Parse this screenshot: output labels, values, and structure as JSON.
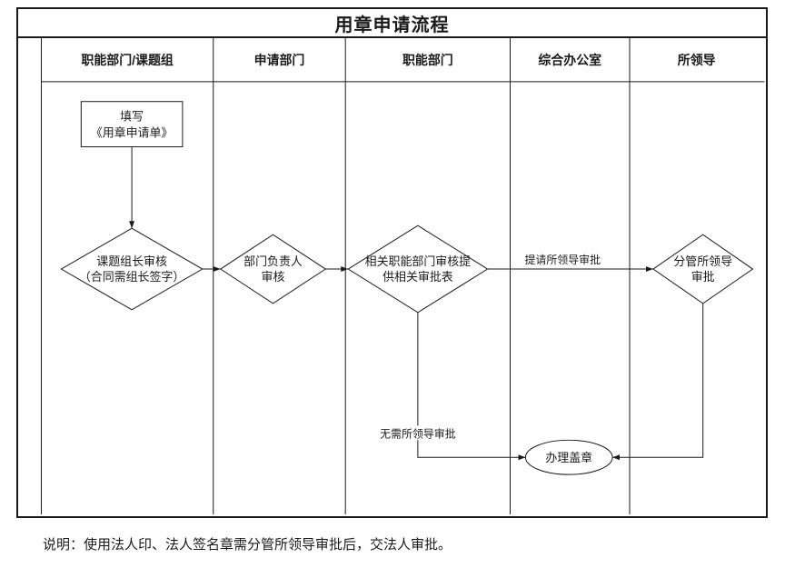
{
  "title": "用章申请流程",
  "lanes": [
    {
      "label": "职能部门/课题组"
    },
    {
      "label": "申请部门"
    },
    {
      "label": "职能部门"
    },
    {
      "label": "综合办公室"
    },
    {
      "label": "所领导"
    }
  ],
  "nodes": {
    "fill_form": {
      "lines": [
        "填写",
        "《用章申请单》"
      ]
    },
    "group_leader_review": {
      "lines": [
        "课题组长审核",
        "（合同需组长签字）"
      ]
    },
    "dept_head_review": {
      "lines": [
        "部门负责人",
        "审核"
      ]
    },
    "func_dept_review": {
      "lines": [
        "相关职能部门审核提",
        "供相关审批表"
      ]
    },
    "branch_leader_review": {
      "lines": [
        "分管所领导",
        "审批"
      ]
    },
    "stamp": {
      "label": "办理盖章"
    }
  },
  "edge_labels": {
    "to_leader": "提请所领导审批",
    "no_leader": "无需所领导审批"
  },
  "note": "说明：使用法人印、法人签名章需分管所领导审批后，交法人审批。"
}
